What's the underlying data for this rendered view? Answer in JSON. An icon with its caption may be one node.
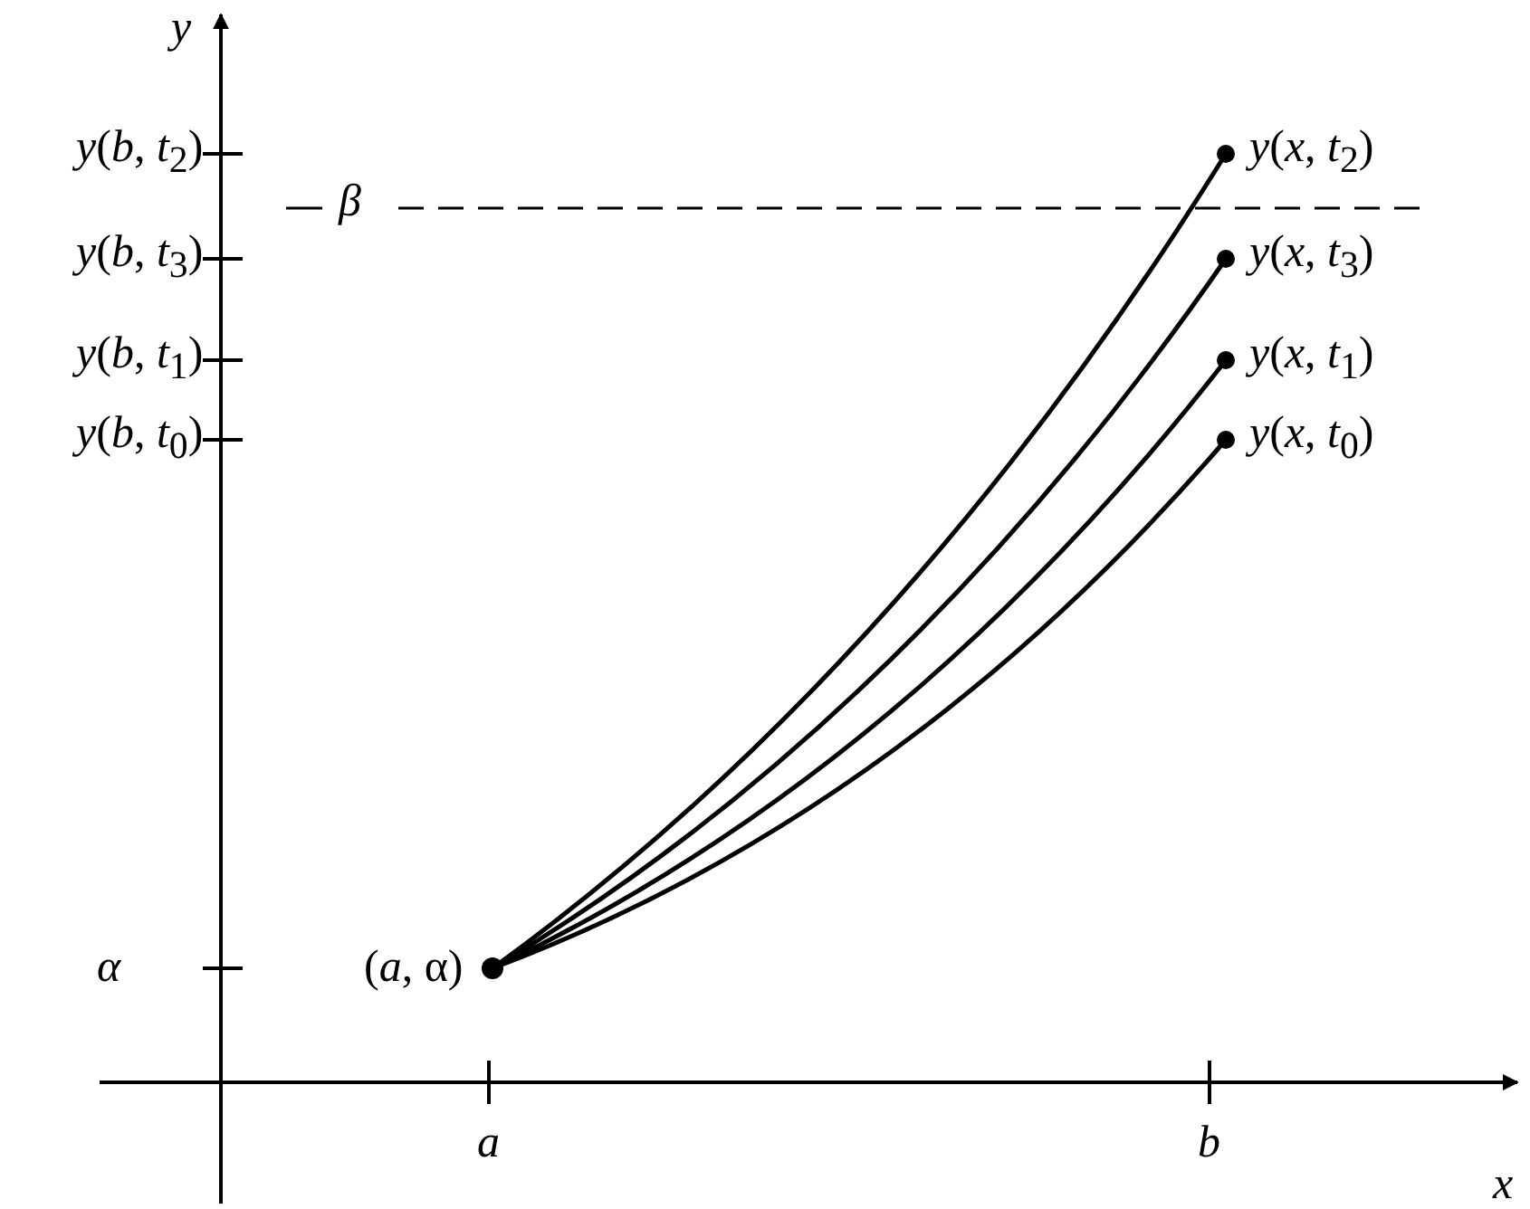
{
  "diagram": {
    "labels": [
      "*y*",
      "*y*(*b*, *t*$_{2}$)",
      "β",
      "*y*(*x*, *t*$_{2}$)",
      "*y*(*b*, *t*$_{3}$)",
      "*y*(*x*, *t*$_{3}$)",
      "*y*(*b*, *t*$_{1}$)",
      "*y*(*x*, *t*$_{1}$)",
      "*y*(*b*, *t*$_{0}$)",
      "*y*(*x*, *t*$_{0}$)",
      "α",
      "(*a*, α)",
      "*a*",
      "*b*",
      "*x*"
    ]
  }
}
